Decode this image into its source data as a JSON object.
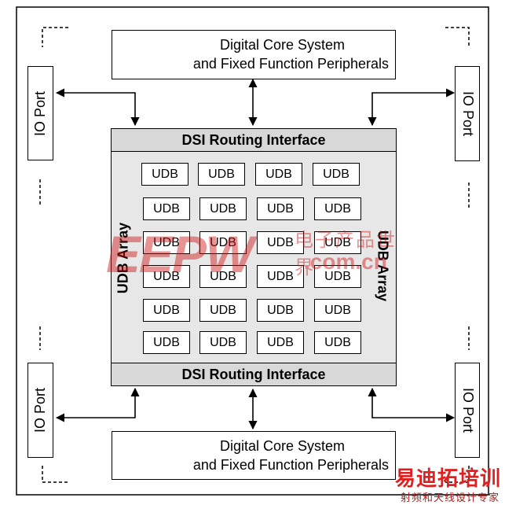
{
  "blocks": {
    "core_top": {
      "line1": "Digital Core System",
      "line2": "and Fixed Function Peripherals"
    },
    "core_bottom": {
      "line1": "Digital Core System",
      "line2": "and Fixed Function Peripherals"
    },
    "io_ports": [
      "IO Port",
      "IO Port",
      "IO Port",
      "IO Port"
    ],
    "dsi_top": "DSI Routing Interface",
    "dsi_bottom": "DSI Routing Interface",
    "udb_array_label": "UDB Array",
    "udb_label": "UDB",
    "udb_rows": 6,
    "udb_cols": 4
  },
  "watermark": {
    "big": "EEPW",
    "small": ".com.cn",
    "chinese": "电子产品世界"
  },
  "corner_logo": {
    "main": "易迪拓培训",
    "sub": "射频和天线设计专家"
  },
  "colors": {
    "line": "#000000",
    "center_fill": "#e7e7e7",
    "dsi_fill": "#d8d8d8",
    "watermark": "#d01515"
  }
}
